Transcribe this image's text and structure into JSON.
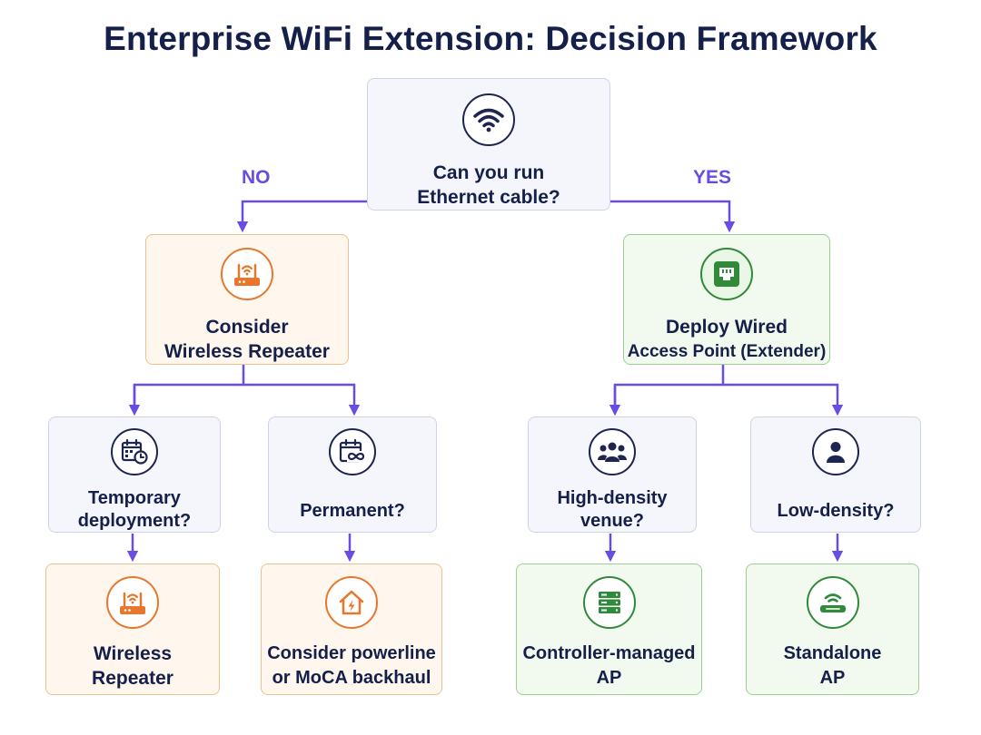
{
  "title": "Enterprise WiFi Extension: Decision Framework",
  "colors": {
    "navy": "#14204a",
    "accent_purple": "#6b4ce0",
    "orange": "#e8762c",
    "green": "#2f8a3a"
  },
  "branches": {
    "no": "NO",
    "yes": "YES"
  },
  "nodes": {
    "root": {
      "lines": [
        "Can you run",
        "Ethernet cable?"
      ],
      "icon": "wifi-icon"
    },
    "repeater_option": {
      "lines": [
        "Consider",
        "Wireless Repeater"
      ],
      "icon": "router-icon"
    },
    "wired_ap": {
      "lines": [
        "Deploy Wired",
        "Access Point (Extender)"
      ],
      "icon": "ethernet-port-icon"
    },
    "temporary": {
      "lines": [
        "Temporary",
        "deployment?"
      ],
      "icon": "calendar-clock-icon"
    },
    "permanent": {
      "lines": [
        "Permanent?"
      ],
      "icon": "calendar-infinity-icon"
    },
    "high_density": {
      "lines": [
        "High-density",
        "venue?"
      ],
      "icon": "group-users-icon"
    },
    "low_density": {
      "lines": [
        "Low-density?"
      ],
      "icon": "single-user-icon"
    },
    "wireless_repeater": {
      "lines": [
        "Wireless",
        "Repeater"
      ],
      "icon": "router-icon"
    },
    "powerline": {
      "lines": [
        "Consider powerline",
        "or MoCA backhaul"
      ],
      "icon": "house-power-icon"
    },
    "controller_ap": {
      "lines": [
        "Controller-managed",
        "AP"
      ],
      "icon": "server-stack-icon"
    },
    "standalone_ap": {
      "lines": [
        "Standalone",
        "AP"
      ],
      "icon": "access-point-icon"
    }
  }
}
